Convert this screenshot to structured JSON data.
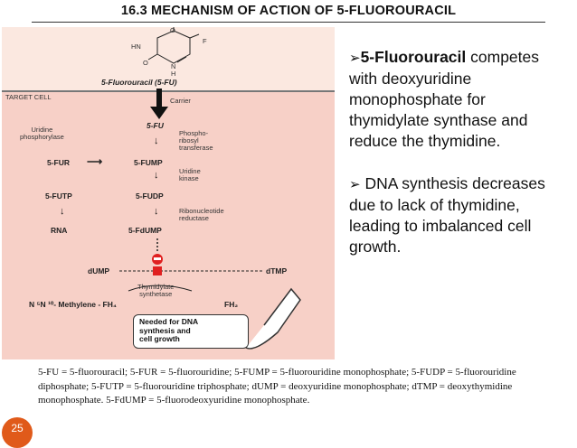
{
  "header": {
    "title": "16.3 MECHANISM OF ACTION OF 5-FLUOROURACIL"
  },
  "figure": {
    "molecule": {
      "hn": "HN",
      "o_top": "O",
      "f": "F",
      "o_left": "O",
      "n": "N",
      "h": "H"
    },
    "molecule_label": "5-Fluorouracil (5-FU)",
    "target_cell": "TARGET CELL",
    "carrier": "Carrier",
    "fu": "5-FU",
    "uridine_phosphorylase": "Uridine\nphosphorylase",
    "phosphoribosyl_transferase": "Phospho-\nribosyl\ntransferase",
    "fur": "5-FUR",
    "fump": "5-FUMP",
    "uridine_kinase": "Uridine\nkinase",
    "futp": "5-FUTP",
    "fudp": "5-FUDP",
    "ribonucleotide_reductase": "Ribonucleotide\nreductase",
    "rna": "RNA",
    "fdump": "5-FdUMP",
    "dump": "dUMP",
    "dtmp": "dTMP",
    "thymidylate_synthetase": "Thymidylate\nsynthetase",
    "methylene": "N ⁵N ¹⁰- Methylene - FH₄",
    "fh2": "FH₂",
    "needed": "Needed for DNA\nsynthesis and\ncell growth"
  },
  "bullets": {
    "b1_marker": "➢",
    "b1_bold": "5-Fluorouracil",
    "b1_rest": "competes with deoxyuridine monophosphate for thymidylate synthase and reduce the thymidine.",
    "b2_marker": "➢",
    "b2_text": "DNA synthesis decreases due to lack of thymidine, leading to imbalanced cell growth."
  },
  "footnote": "5-FU = 5-fluorouracil; 5-FUR = 5-fluorouridine; 5-FUMP = 5-fluorouridine monophosphate; 5-FUDP = 5-fluorouridine diphosphate; 5-FUTP = 5-fluorouridine triphosphate; dUMP = deoxyuridine monophosphate; dTMP = deoxythymidine monophosphate. 5-FdUMP = 5-fluorodeoxyuridine monophosphate.",
  "page_number": "25"
}
